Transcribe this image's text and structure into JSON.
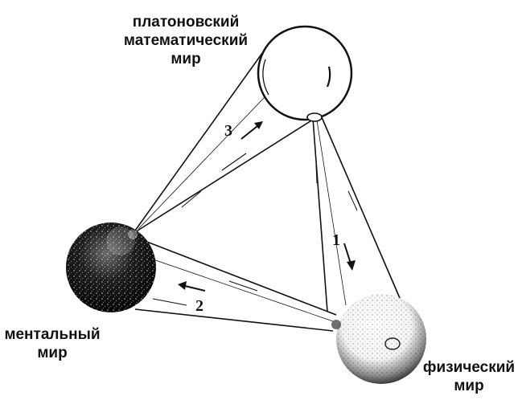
{
  "labels": {
    "platonic_line1": "платоновский",
    "platonic_line2": "математический",
    "platonic_line3": "мир",
    "mental_line1": "ментальный",
    "mental_line2": "мир",
    "physical_line1": "физический",
    "physical_line2": "мир"
  },
  "arrows": {
    "arrow1": "1",
    "arrow2": "2",
    "arrow3": "3"
  },
  "colors": {
    "ink": "#111111",
    "background": "#ffffff"
  }
}
